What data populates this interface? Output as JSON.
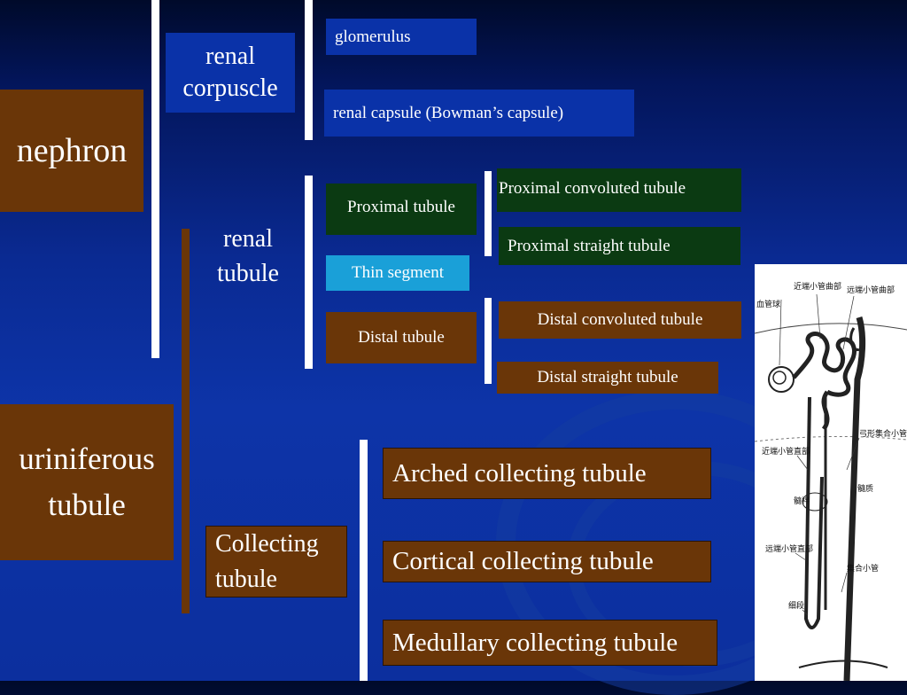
{
  "nephron": "nephron",
  "uriniferous_tubule": [
    "uriniferous",
    "tubule"
  ],
  "renal_corpuscle": [
    "renal",
    "corpuscle"
  ],
  "renal_tubule": [
    "renal",
    "tubule"
  ],
  "collecting_tubule": [
    "Collecting",
    "tubule"
  ],
  "glomerulus": "glomerulus",
  "renal_capsule": "renal capsule (Bowman’s capsule)",
  "proximal_tubule": "Proximal tubule",
  "thin_segment": "Thin segment",
  "distal_tubule": "Distal tubule",
  "proximal_convoluted": "Proximal convoluted tubule",
  "proximal_straight": "Proximal straight tubule",
  "distal_convoluted": "Distal convoluted tubule",
  "distal_straight": "Distal straight tubule",
  "arched_collecting": "Arched collecting tubule",
  "cortical_collecting": "Cortical collecting tubule",
  "medullary_collecting": "Medullary collecting tubule",
  "figure_labels": {
    "top_left": "血管球",
    "top_mid": "近端小管曲部",
    "top_right": "远端小管曲部",
    "right_upper": "弓形集合小管",
    "left_mid": "近端小管直部",
    "right_mid": "髓质",
    "mid": "髓袢",
    "left_low": "远端小管直部",
    "right_low": "集合小管",
    "bottom": "细段"
  },
  "colors": {
    "blue_box": "#0a32a8",
    "green_box": "#0b3a12",
    "brown_box": "#6a3608",
    "cyan_box": "#1aa0d8"
  }
}
